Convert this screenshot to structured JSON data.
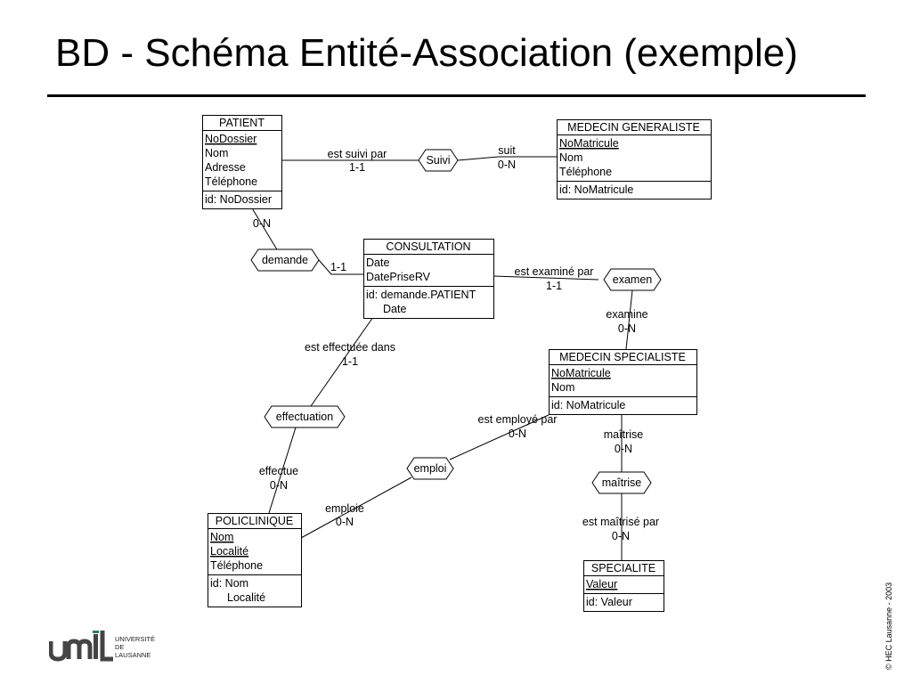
{
  "title": "BD - Schéma Entité-Association (exemple)",
  "copyright": "© HEC Lausanne - 2003",
  "logo": {
    "mark": "unil",
    "text_lines": [
      "UNIVERSITÉ",
      "DE",
      "LAUSANNE"
    ]
  },
  "entities": [
    {
      "id": "patient",
      "name": "PATIENT",
      "attributes": [
        {
          "text": "NoDossier",
          "key": true
        },
        {
          "text": "Nom"
        },
        {
          "text": "Adresse"
        },
        {
          "text": "Téléphone"
        }
      ],
      "ids": [
        "id: NoDossier"
      ]
    },
    {
      "id": "medgen",
      "name": "MEDECIN GENERALISTE",
      "attributes": [
        {
          "text": "NoMatricule",
          "key": true
        },
        {
          "text": "Nom"
        },
        {
          "text": "Téléphone"
        }
      ],
      "ids": [
        "id: NoMatricule"
      ]
    },
    {
      "id": "consultation",
      "name": "CONSULTATION",
      "attributes": [
        {
          "text": "Date"
        },
        {
          "text": "DatePriseRV"
        }
      ],
      "ids": [
        "id: demande.PATIENT",
        "Date"
      ]
    },
    {
      "id": "medspec",
      "name": "MEDECIN SPECIALISTE",
      "attributes": [
        {
          "text": "NoMatricule",
          "key": true
        },
        {
          "text": "Nom"
        }
      ],
      "ids": [
        "id: NoMatricule"
      ]
    },
    {
      "id": "policlinique",
      "name": "POLICLINIQUE",
      "attributes": [
        {
          "text": "Nom",
          "key": true
        },
        {
          "text": "Localité",
          "key": true
        },
        {
          "text": "Téléphone"
        }
      ],
      "ids": [
        "id: Nom",
        "Localité"
      ]
    },
    {
      "id": "specialite",
      "name": "SPECIALITE",
      "attributes": [
        {
          "text": "Valeur",
          "key": true
        }
      ],
      "ids": [
        "id: Valeur"
      ]
    }
  ],
  "relationships": [
    {
      "id": "suivi",
      "name": "Suivi"
    },
    {
      "id": "demande",
      "name": "demande"
    },
    {
      "id": "examen",
      "name": "examen"
    },
    {
      "id": "effectuation",
      "name": "effectuation"
    },
    {
      "id": "emploi",
      "name": "emploi"
    },
    {
      "id": "maitrise",
      "name": "maîtrise"
    }
  ],
  "links": [
    {
      "id": "patient-suivi",
      "role": "est suivi par",
      "card": "1-1"
    },
    {
      "id": "suivi-medgen",
      "role": "suit",
      "card": "0-N"
    },
    {
      "id": "patient-demande",
      "role": "",
      "card": "0-N"
    },
    {
      "id": "demande-consultation",
      "role": "",
      "card": "1-1"
    },
    {
      "id": "consultation-examen",
      "role": "est examiné par",
      "card": "1-1"
    },
    {
      "id": "examen-medspec",
      "role": "examine",
      "card": "0-N"
    },
    {
      "id": "consultation-effectuation",
      "role": "est effectuée dans",
      "card": "1-1"
    },
    {
      "id": "effectuation-policlinique",
      "role": "effectue",
      "card": "0-N"
    },
    {
      "id": "policlinique-emploi",
      "role": "emploie",
      "card": "0-N"
    },
    {
      "id": "emploi-medspec",
      "role": "est employé par",
      "card": "0-N"
    },
    {
      "id": "medspec-maitrise",
      "role": "maîtrise",
      "card": "0-N"
    },
    {
      "id": "maitrise-specialite",
      "role": "est maîtrisé par",
      "card": "0-N"
    }
  ]
}
